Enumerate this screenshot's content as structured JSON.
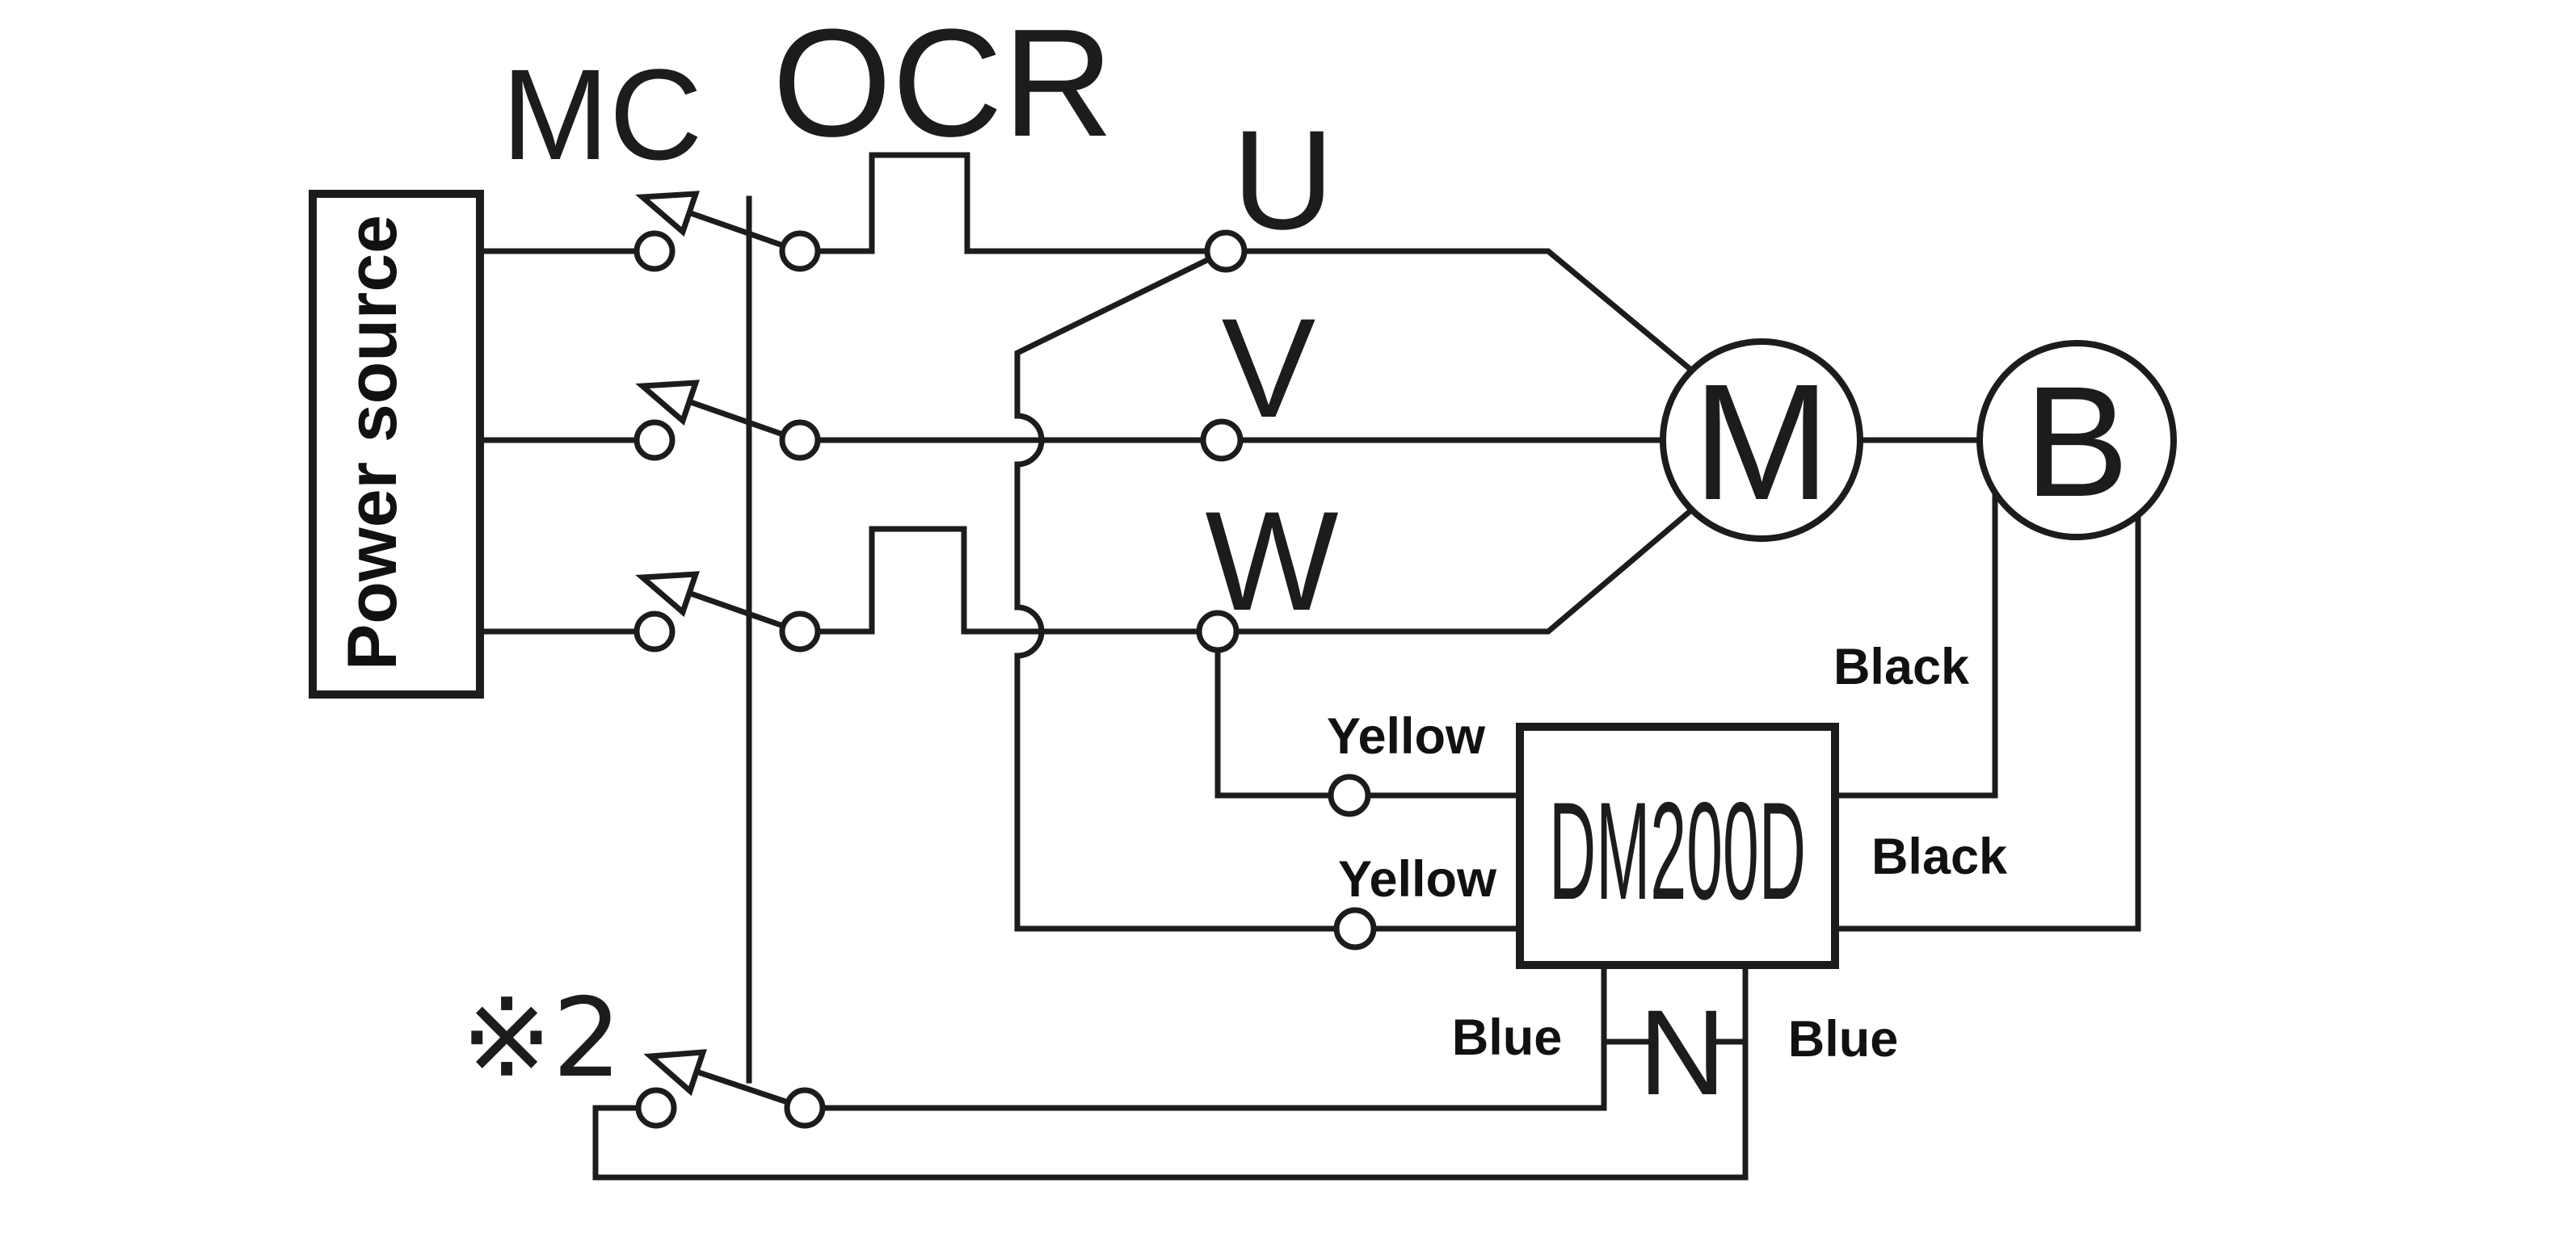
{
  "diagram": {
    "type": "motor-brake-wiring-diagram",
    "colors": {
      "line": "#1c1c1c",
      "background": "#ffffff"
    },
    "labels": {
      "power_source": "Power source",
      "magnetic_contactor": "MC",
      "overcurrent_relay": "OCR",
      "terminal_u": "U",
      "terminal_v": "V",
      "terminal_w": "W",
      "motor": "M",
      "brake": "B",
      "module_model": "DM200D",
      "neutral_terminal": "N",
      "note_reference": "※2",
      "wire_yellow_top": "Yellow",
      "wire_yellow_bottom": "Yellow",
      "wire_black_top": "Black",
      "wire_black_bottom": "Black",
      "wire_blue_left": "Blue",
      "wire_blue_right": "Blue"
    }
  }
}
